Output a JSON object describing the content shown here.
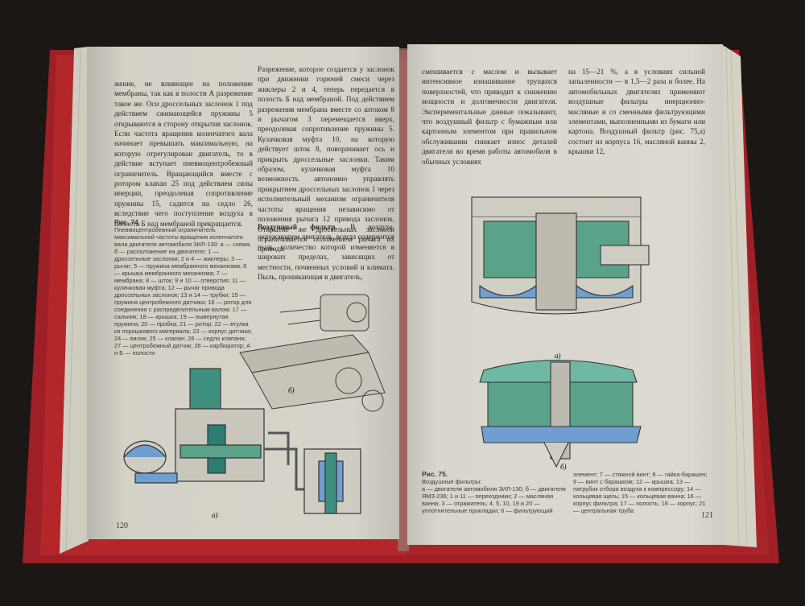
{
  "left_page": {
    "col1_text": "жение, не влияющее на положение мембраны, так как в полости А разрежение такое же. Оси дроссельных заслонок 1 под действием сжимающейся пружины 5 открываются в сторону открытия заслонок. Если частота вращения коленчатого вала начинает превышать максимальную, на которую отрегулирован двигатель, то в действие вступает пневмоцентробежный ограничитель. Вращающийся вместе с ротором клапан 25 под действием силы инерции, преодолевая сопротивление пружины 15, садится на седло 26, вследствие чего поступление воздуха в полость Б над мембраной прекращается.",
    "col2_text": "Разрежение, которое создается у заслонок при движении горючей смеси через жиклеры 2 и 4, теперь передается в полость Б над мембраной. Под действием разрежения мембрана вместе со штоком 8 и рычагом 3 перемещается вверх, преодолевая сопротивление пружины 5. Кулачковая муфта 10, на которую действует шток 8, поворачивает ось и прикрыть дроссельные заслонки. Таким образом, кулачковая муфта 10 возможность автономно управлять прикрытием дроссельных заслонок 1 через исполнительный механизм ограничителя частоты вращения независимо от положения рычага 12 привода заслонок. Открытие же дроссельных заслонок ограничивается положением рычага их привода.",
    "section_heading": "Воздушный фильтр.",
    "section_text": "В воздухе, окружающем двигатель, всегда содержится пыль, количество которой изменяется в широких пределах, зависящих от местности, почвенных условий и климата. Пыль, проникающая в двигатель,",
    "caption_title": "Рис. 74.",
    "caption_text": "Пневмоцентробежный ограничитель максимальной частоты вращения коленчатого вала двигателя автомобиля ЗИЛ-130: а — схема; б — расположение на двигателе; 1 — дроссельные заслонки; 2 и 4 — жиклеры; 3 — рычаг; 5 — пружина мембранного механизма; 6 — крышка мембранного механизма; 7 — мембрана; 8 — шток; 9 и 10 — отверстия; 11 — кулачковая муфта; 12 — рычаг привода дроссельных заслонок; 13 и 14 — трубки; 15 — пружина центробежного датчика; 16 — ротор для соединения с распределительным валом; 17 — сальник; 18 — крышка; 19 — вывернутая пружина; 20 — пробка; 21 — ротор; 22 — втулка из порошкового материала; 23 — корпус датчика; 24 — валик; 25 — клапан; 26 — седло клапана; 27 — центробежный датчик; 28 — карбюратор; А и Б — полости",
    "page_number": "120",
    "fig_label_a": "а)",
    "fig_label_b": "б)"
  },
  "right_page": {
    "col1_text": "смешивается с маслом и вызывает интенсивное изнашивание трущихся поверхностей, что приводит к снижению мощности и долговечности двигателя. Экспериментальные данные показывают, что воздушный фильтр с бумажным или картонным элементом при правильном обслуживании снижает износ деталей двигателя во время работы автомобиля в обычных условиях",
    "col2_text": "на 15—21 %, а в условиях сильной запыленности — в 1,5—2 раза и более. На автомобильных двигателях применяют воздушные фильтры инерционно-масляные и со сменными фильтрующими элементами, выполненными из бумаги или картона. Воздушный фильтр (рис. 75,а) состоит из корпуса 16, масляной ванны 2, крышки 12,",
    "caption_title": "Рис. 75.",
    "caption_subtitle": "Воздушные фильтры:",
    "caption_text_left": "а — двигателя автомобиля ЗИЛ-130; б — двигателя ЯМЗ-236; 1 и 11 — переходники; 2 — масляная ванна; 3 — отражатель; 4, 5, 10, 19 и 20 — уплотнительные прокладки; 6 — фильтрующий",
    "caption_text_right": "элемент; 7 — стяжной винт; 8 — гайка-барашек; 9 — винт с барашком; 12 — крышка; 13 — патрубок отбора воздуха к компрессору; 14 — кольцевая щель; 15 — кольцевая ванна; 16 — корпус фильтра; 17 — полость; 18 — корпус; 21 — центральная труба",
    "page_number": "121",
    "fig_label_a": "а)",
    "fig_label_b": "б)"
  },
  "colors": {
    "cover_red": "#b3262a",
    "page_paper": "#d6d4ca",
    "figure_green": "#5aa38a",
    "figure_blue": "#6f9fd0"
  }
}
